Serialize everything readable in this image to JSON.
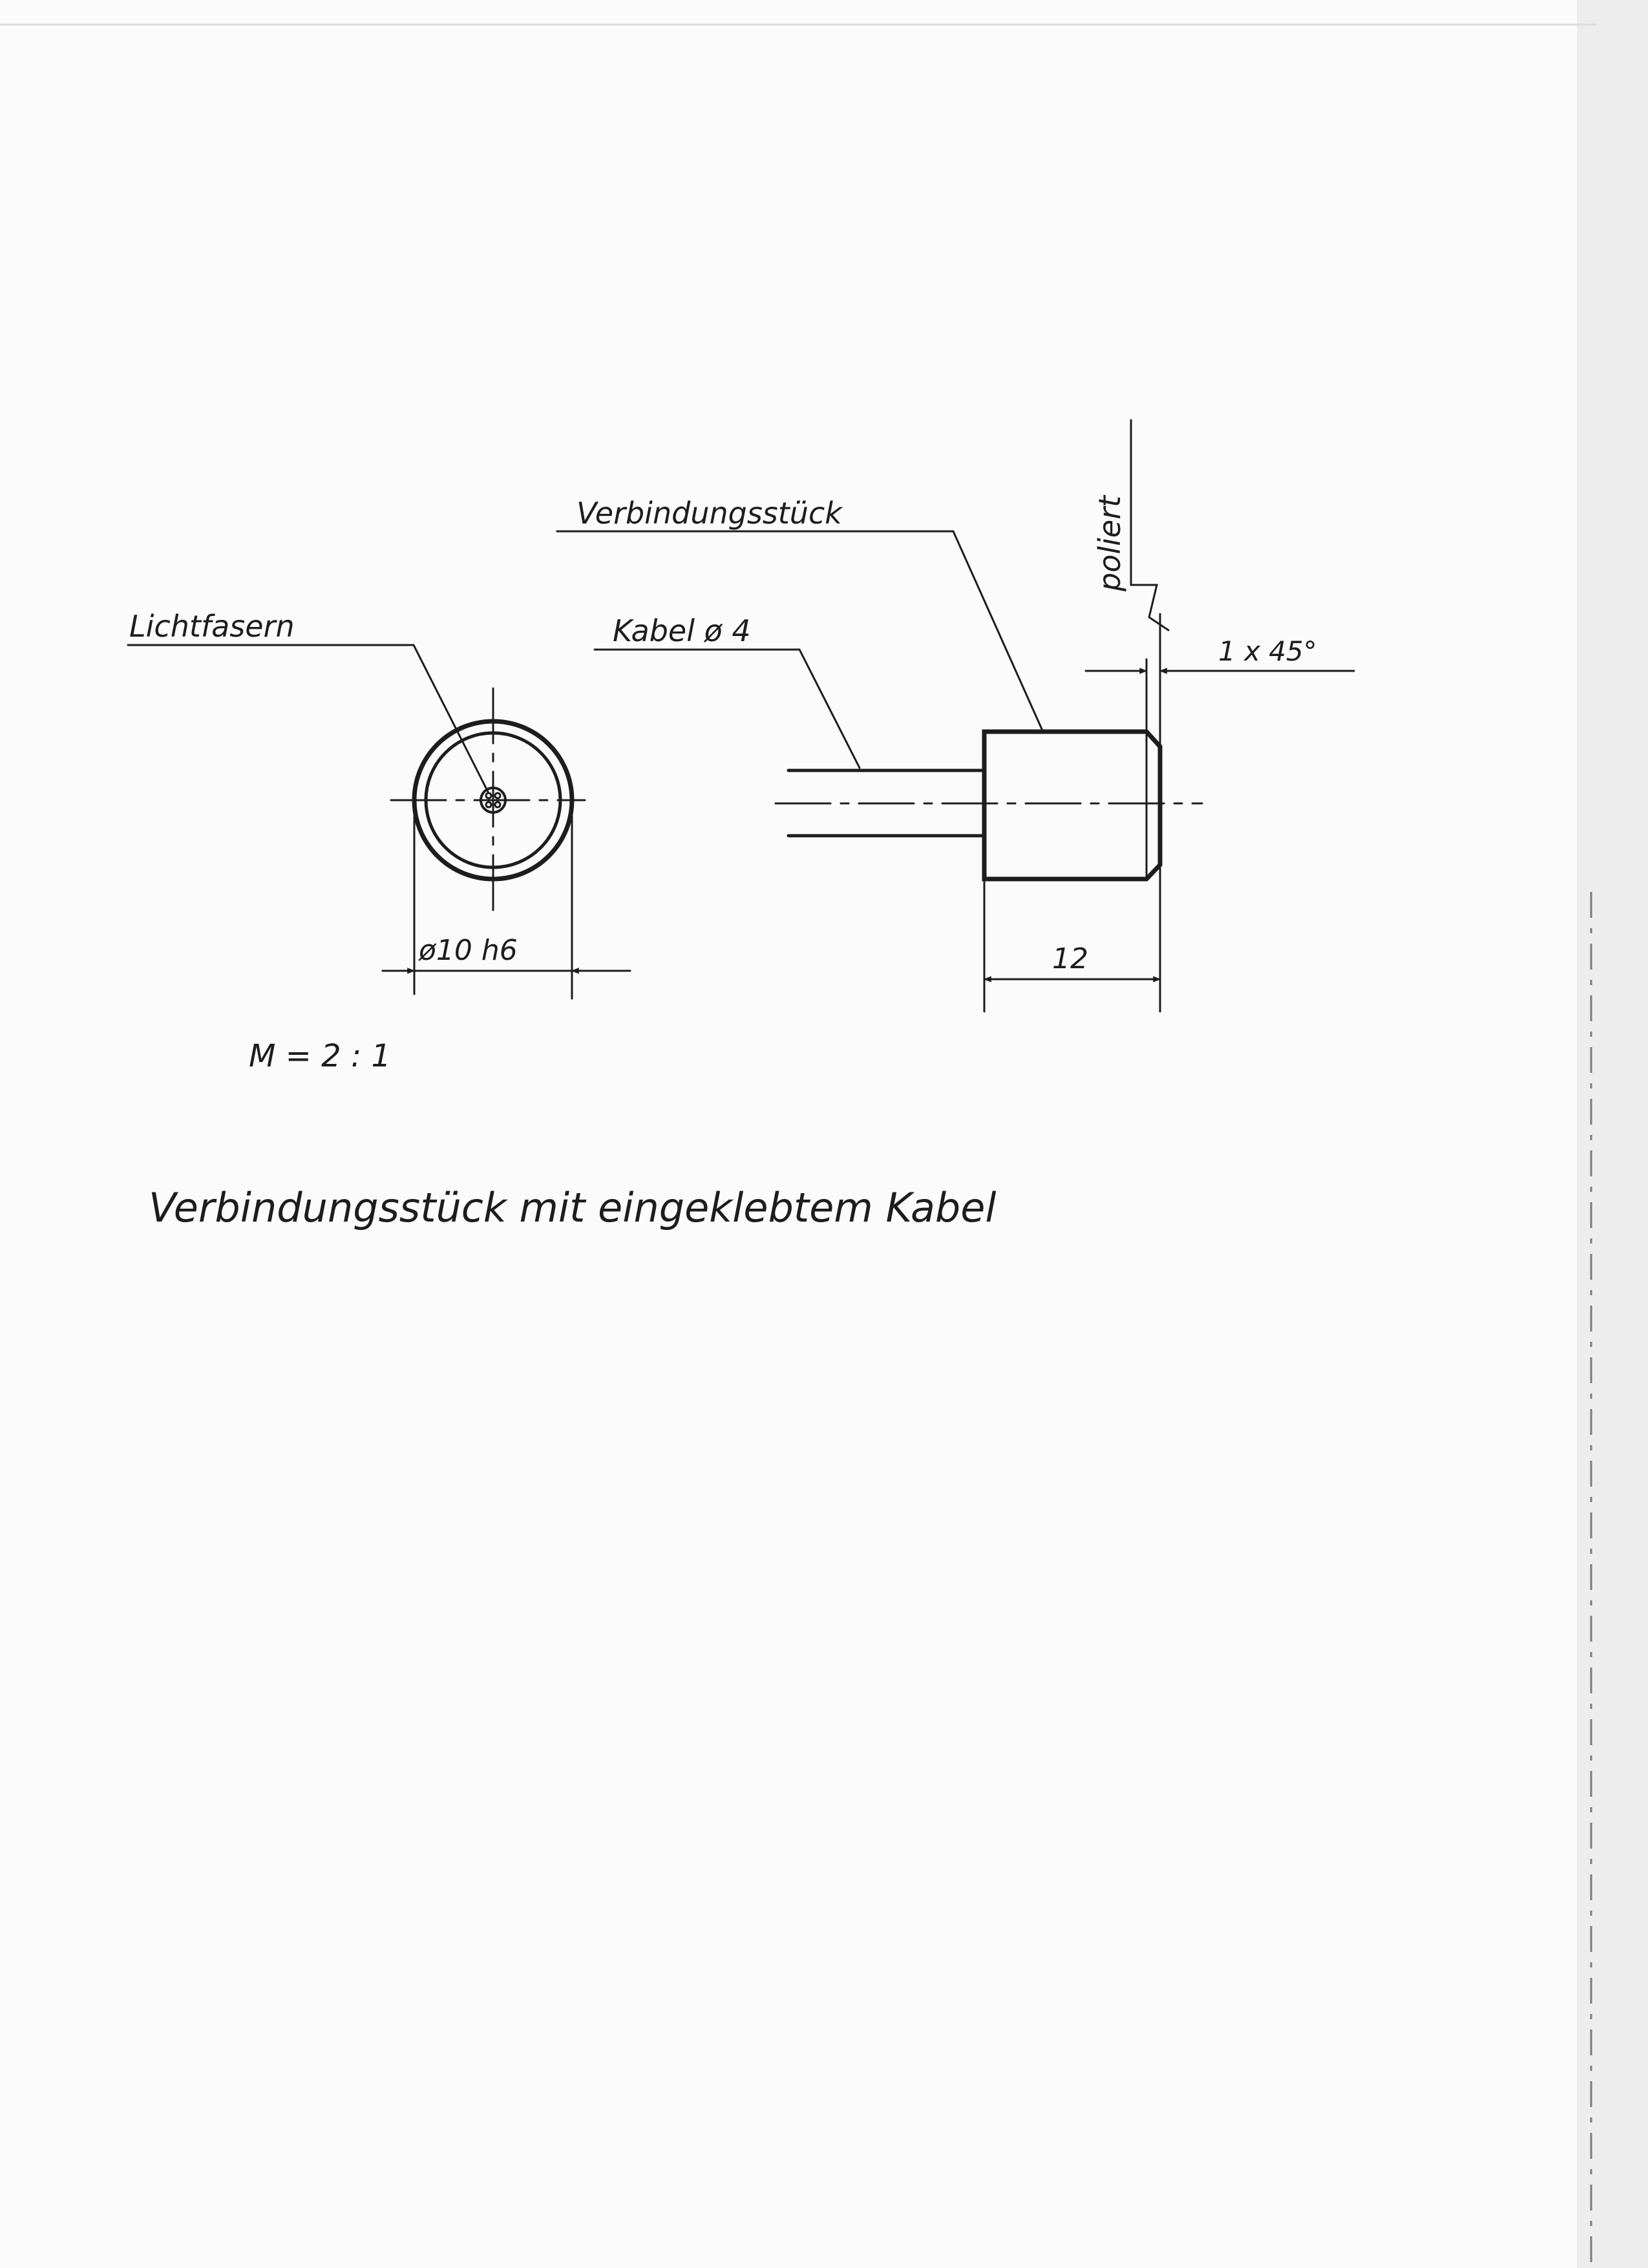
{
  "drawing": {
    "labels": {
      "fibers": "Lichtfasern",
      "connector": "Verbindungsstück",
      "cable": "Kabel ø 4",
      "polished": "poliert",
      "chamfer": "1 x 45°",
      "diameter": "ø10 h6",
      "length": "12",
      "scale": "M = 2 : 1"
    },
    "caption": "Verbindungsstück mit eingeklebtem Kabel"
  },
  "colors": {
    "paper": "#fbfbfb",
    "ink": "#1d1d1d"
  }
}
